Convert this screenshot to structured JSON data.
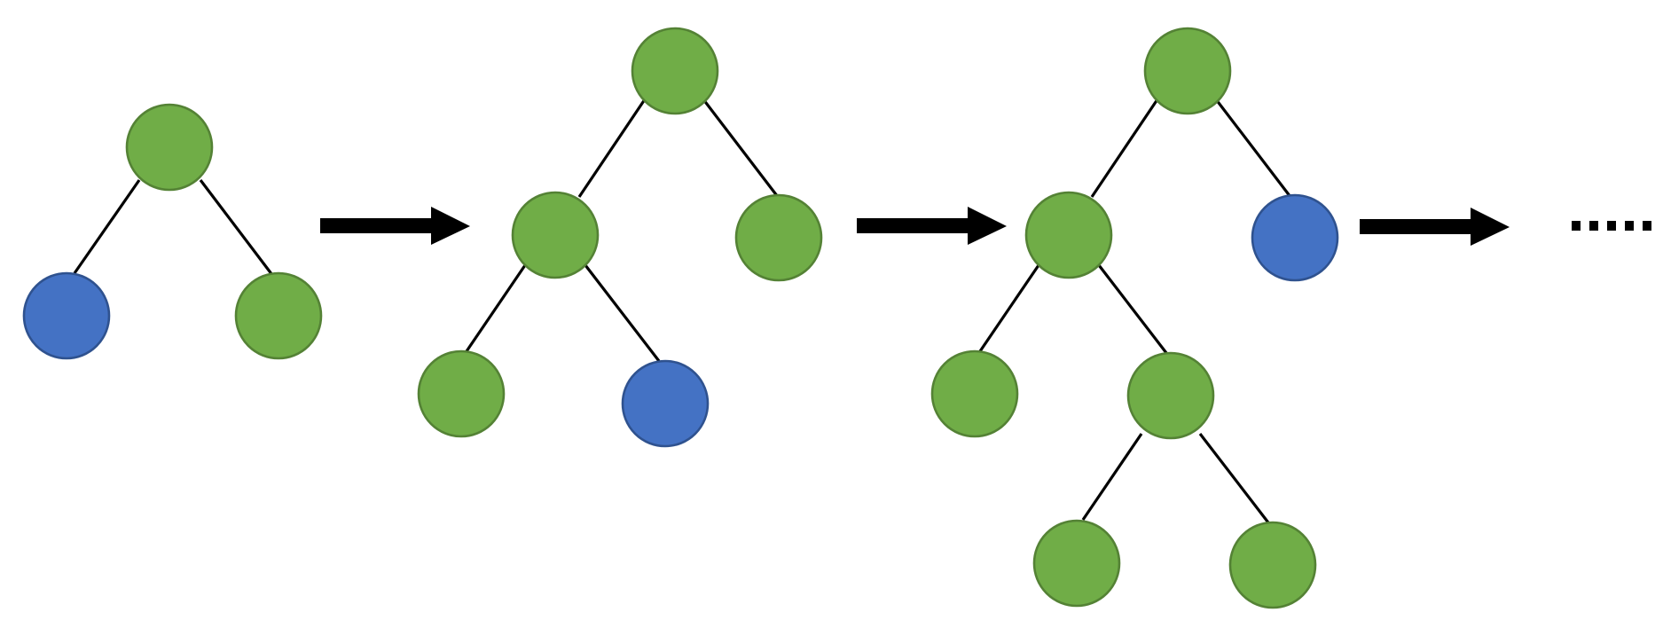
{
  "diagram": {
    "colors": {
      "green_node": "#70AD47",
      "green_stroke": "#548235",
      "blue_node": "#4472C4",
      "blue_stroke": "#2F528F",
      "edge": "#000000",
      "arrow": "#000000",
      "background": "#FFFFFF"
    },
    "trees": [
      {
        "step": 1,
        "nodes": [
          {
            "id": "root",
            "color": "green"
          },
          {
            "id": "left",
            "color": "blue"
          },
          {
            "id": "right",
            "color": "green"
          }
        ],
        "edges": [
          [
            "root",
            "left"
          ],
          [
            "root",
            "right"
          ]
        ]
      },
      {
        "step": 2,
        "nodes": [
          {
            "id": "root",
            "color": "green"
          },
          {
            "id": "left",
            "color": "green"
          },
          {
            "id": "right",
            "color": "green"
          },
          {
            "id": "left-left",
            "color": "green"
          },
          {
            "id": "left-right",
            "color": "blue"
          }
        ],
        "edges": [
          [
            "root",
            "left"
          ],
          [
            "root",
            "right"
          ],
          [
            "left",
            "left-left"
          ],
          [
            "left",
            "left-right"
          ]
        ]
      },
      {
        "step": 3,
        "nodes": [
          {
            "id": "root",
            "color": "green"
          },
          {
            "id": "left",
            "color": "green"
          },
          {
            "id": "right",
            "color": "blue"
          },
          {
            "id": "left-left",
            "color": "green"
          },
          {
            "id": "left-right",
            "color": "green"
          },
          {
            "id": "left-right-left",
            "color": "green"
          },
          {
            "id": "left-right-right",
            "color": "green"
          }
        ],
        "edges": [
          [
            "root",
            "left"
          ],
          [
            "root",
            "right"
          ],
          [
            "left",
            "left-left"
          ],
          [
            "left",
            "left-right"
          ],
          [
            "left-right",
            "left-right-left"
          ],
          [
            "left-right",
            "left-right-right"
          ]
        ]
      }
    ],
    "arrows": 3,
    "continuation": "·····"
  }
}
